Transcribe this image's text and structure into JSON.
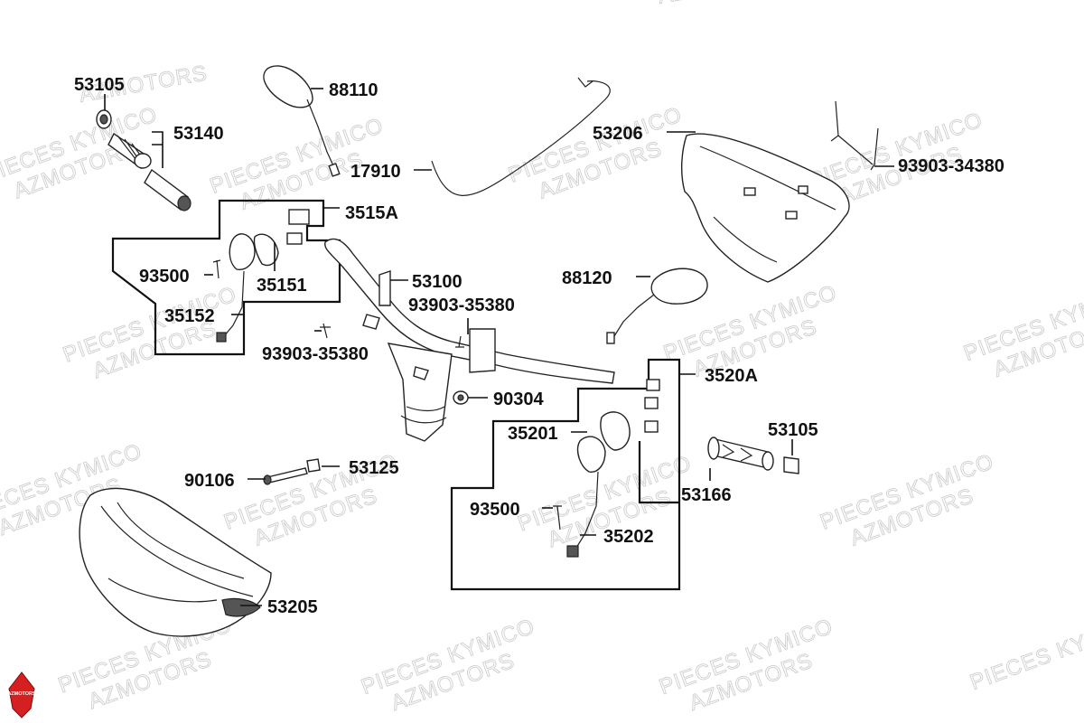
{
  "watermark": {
    "line1": "PIECES KYMICO",
    "line2": "AZMOTORS"
  },
  "logo": {
    "text": "AZMOTORS",
    "color": "#d42020"
  },
  "labels": {
    "p53105_left": "53105",
    "p53140": "53140",
    "p88110": "88110",
    "p17910": "17910",
    "p53206": "53206",
    "p93903_34380": "93903-34380",
    "p3515A": "3515A",
    "p93500_left": "93500",
    "p35151": "35151",
    "p35152": "35152",
    "p53100": "53100",
    "p93903_35380_a": "93903-35380",
    "p93903_35380_b": "93903-35380",
    "p88120": "88120",
    "p3520A": "3520A",
    "p90304": "90304",
    "p35201": "35201",
    "p53105_right": "53105",
    "p90106": "90106",
    "p53125": "53125",
    "p53166": "53166",
    "p93500_right": "93500",
    "p35202": "35202",
    "p53205": "53205"
  }
}
